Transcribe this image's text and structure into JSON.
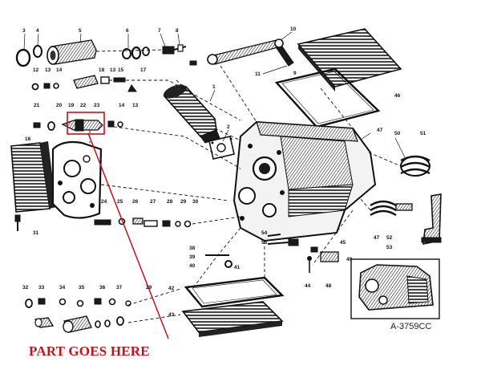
{
  "diagram": {
    "drawing_code": "A-3759CC",
    "callout": {
      "text": "PART GOES HERE",
      "color": "#c0141c"
    },
    "part_labels": [
      {
        "id": "3"
      },
      {
        "id": "4"
      },
      {
        "id": "5"
      },
      {
        "id": "6"
      },
      {
        "id": "7"
      },
      {
        "id": "8"
      },
      {
        "id": "10"
      },
      {
        "id": "11"
      },
      {
        "id": "9"
      },
      {
        "id": "46"
      },
      {
        "id": "12"
      },
      {
        "id": "13"
      },
      {
        "id": "14"
      },
      {
        "id": "18"
      },
      {
        "id": "13"
      },
      {
        "id": "15"
      },
      {
        "id": "17"
      },
      {
        "id": "1"
      },
      {
        "id": "21"
      },
      {
        "id": "20"
      },
      {
        "id": "19"
      },
      {
        "id": "22"
      },
      {
        "id": "23"
      },
      {
        "id": "14"
      },
      {
        "id": "13"
      },
      {
        "id": "2"
      },
      {
        "id": "47"
      },
      {
        "id": "50"
      },
      {
        "id": "51"
      },
      {
        "id": "48"
      },
      {
        "id": "16"
      },
      {
        "id": "24"
      },
      {
        "id": "25"
      },
      {
        "id": "26"
      },
      {
        "id": "27"
      },
      {
        "id": "28"
      },
      {
        "id": "29"
      },
      {
        "id": "30"
      },
      {
        "id": "31"
      },
      {
        "id": "38"
      },
      {
        "id": "39"
      },
      {
        "id": "40"
      },
      {
        "id": "41"
      },
      {
        "id": "42"
      },
      {
        "id": "43"
      },
      {
        "id": "33"
      },
      {
        "id": "34"
      },
      {
        "id": "35"
      },
      {
        "id": "36"
      },
      {
        "id": "37"
      },
      {
        "id": "32"
      },
      {
        "id": "33"
      },
      {
        "id": "34"
      },
      {
        "id": "35"
      },
      {
        "id": "36"
      },
      {
        "id": "37"
      },
      {
        "id": "29"
      },
      {
        "id": "54"
      },
      {
        "id": "55"
      },
      {
        "id": "45"
      },
      {
        "id": "49"
      },
      {
        "id": "44"
      },
      {
        "id": "48"
      },
      {
        "id": "52"
      },
      {
        "id": "47"
      },
      {
        "id": "53"
      }
    ],
    "colors": {
      "ink": "#111111",
      "background": "#ffffff",
      "highlight": "#c0141c"
    }
  }
}
